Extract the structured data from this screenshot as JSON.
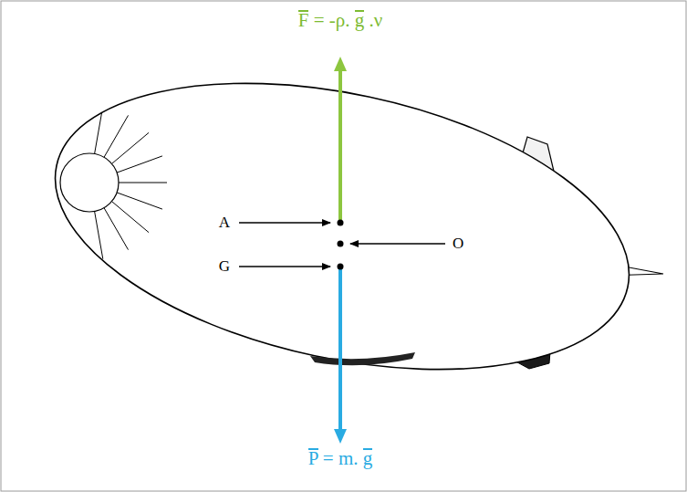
{
  "diagram": {
    "labels": [
      "F = -ρ. g .ν",
      "A",
      "O",
      "G",
      "P = m. g"
    ]
  }
}
